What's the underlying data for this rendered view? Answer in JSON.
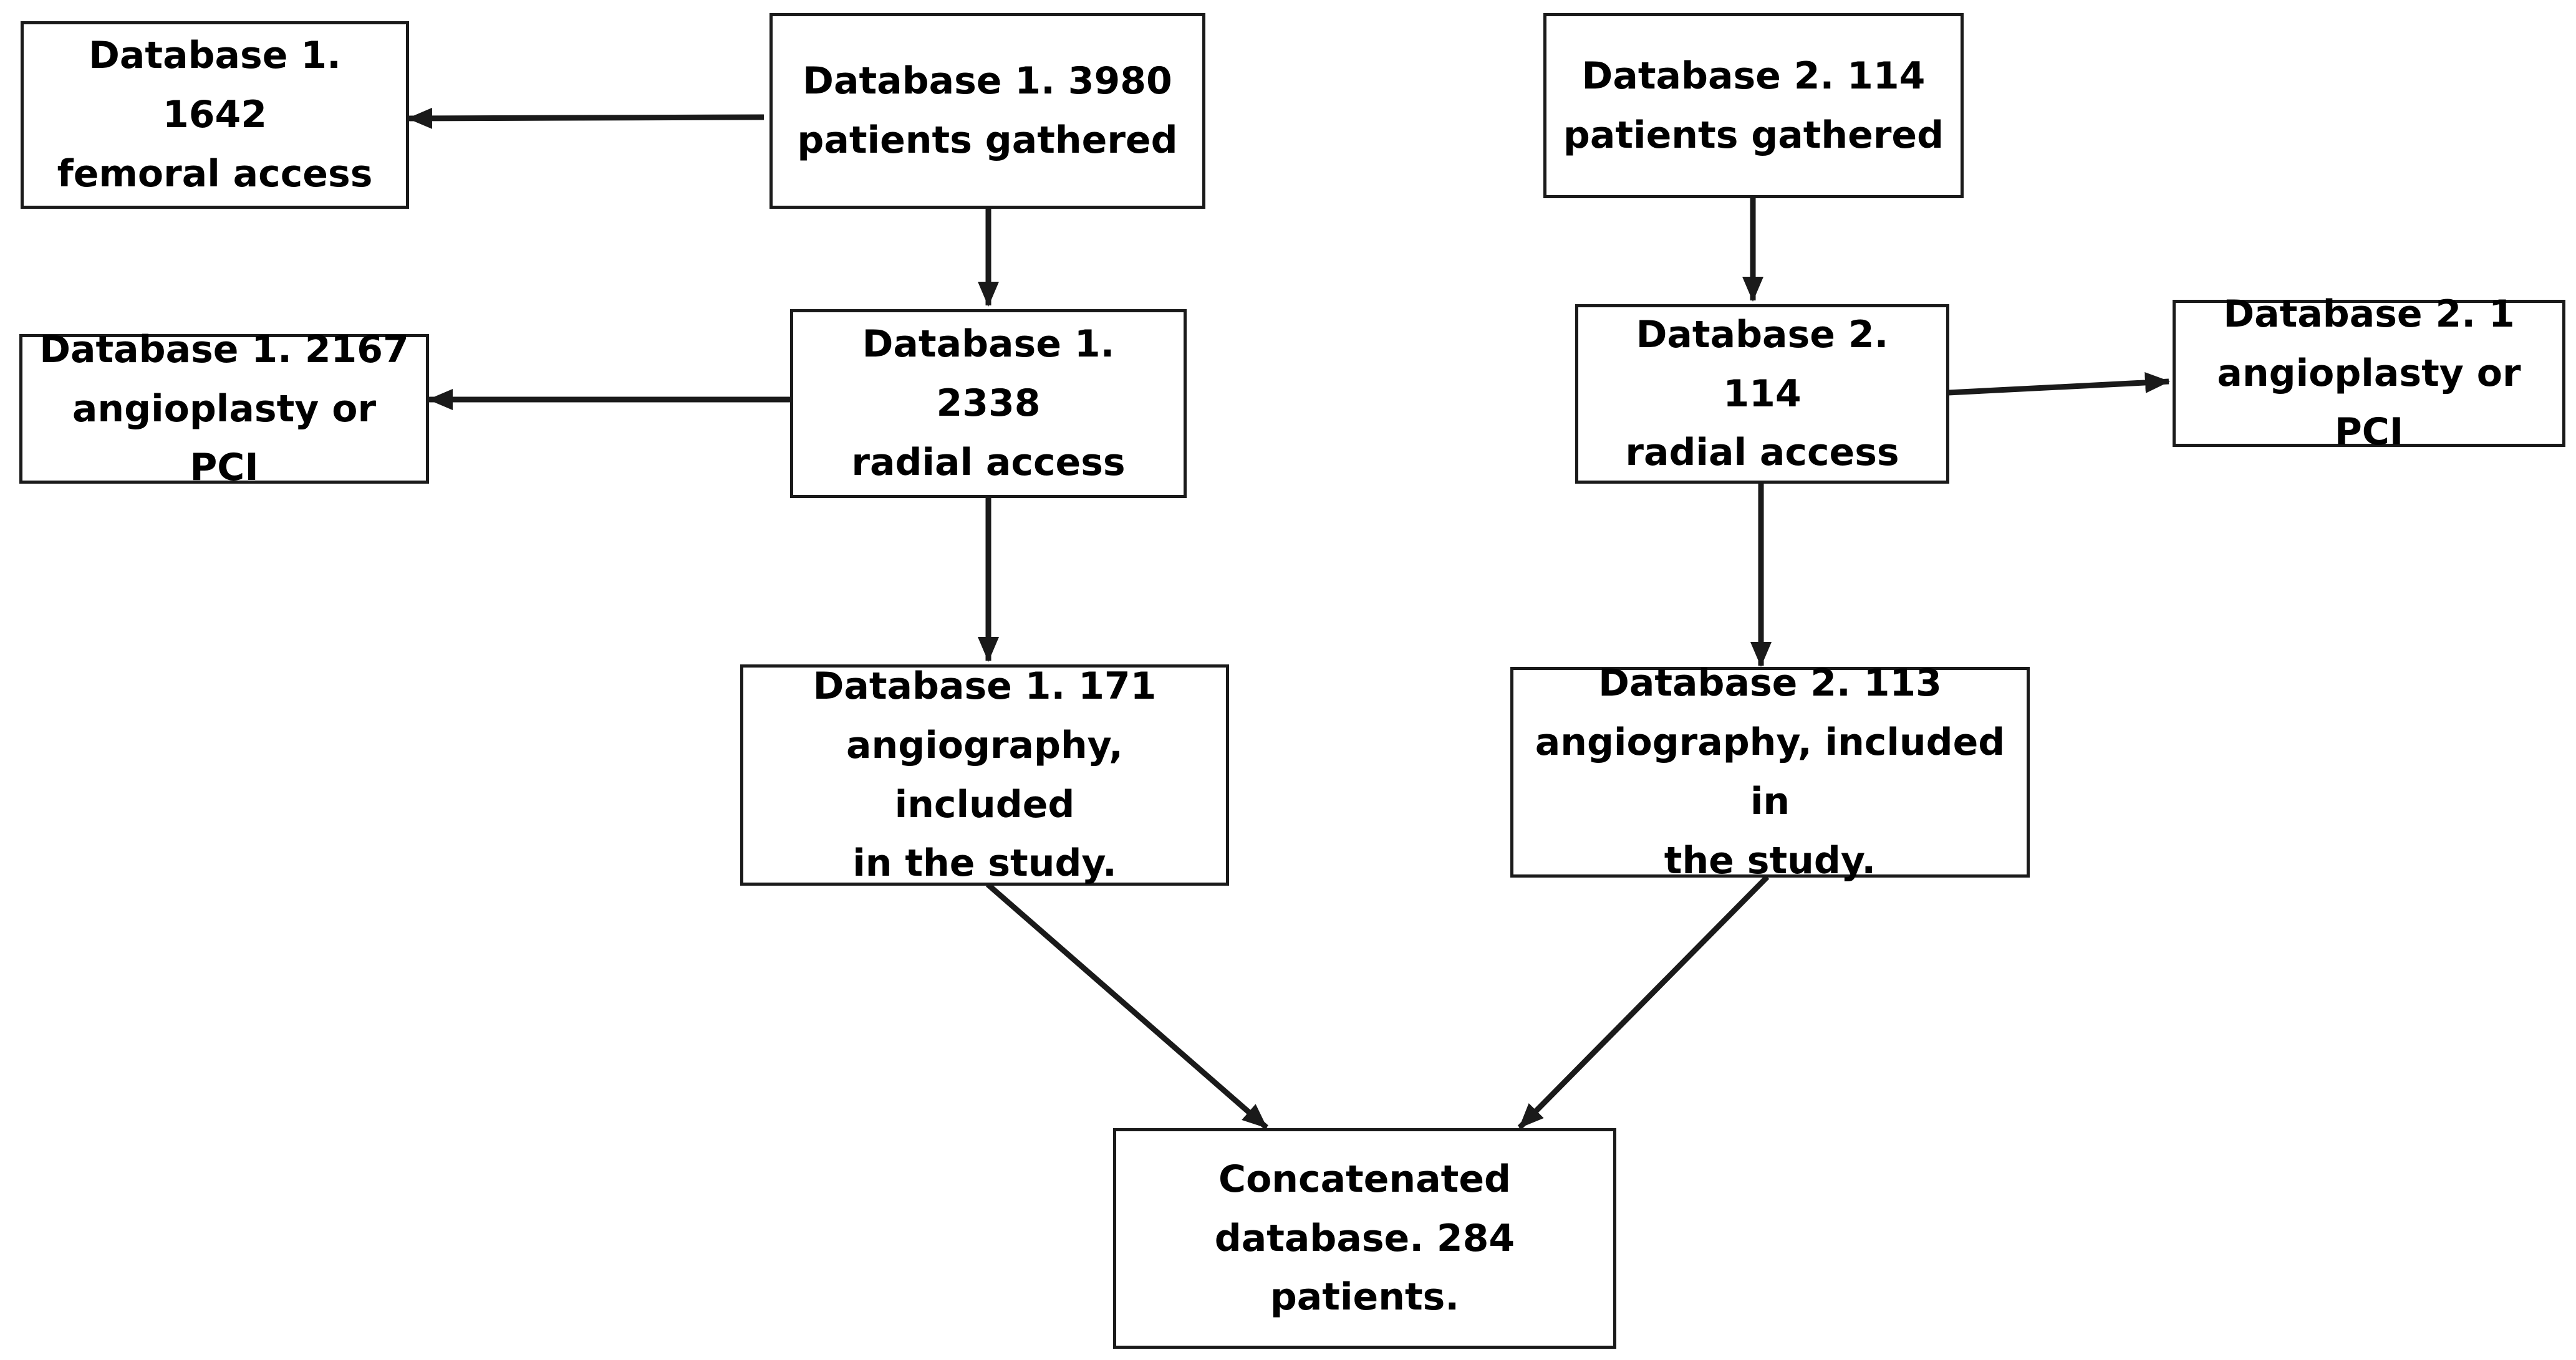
{
  "diagram": {
    "nodes": {
      "db1_femoral": {
        "lines": [
          "Database 1. 1642",
          "femoral access"
        ]
      },
      "db1_gathered": {
        "lines": [
          "Database 1. 3980",
          "patients gathered"
        ]
      },
      "db1_pci": {
        "lines": [
          "Database 1. 2167",
          "angioplasty or PCI"
        ]
      },
      "db1_radial": {
        "lines": [
          "Database 1. 2338",
          "radial access"
        ]
      },
      "db1_included": {
        "lines": [
          "Database 1. 171",
          "angiography, included",
          "in the study."
        ]
      },
      "db2_gathered": {
        "lines": [
          "Database 2. 114",
          "patients gathered"
        ]
      },
      "db2_radial": {
        "lines": [
          "Database 2. 114",
          "radial access"
        ]
      },
      "db2_pci": {
        "lines": [
          "Database 2. 1",
          "angioplasty or PCI"
        ]
      },
      "db2_included": {
        "lines": [
          "Database 2. 113",
          "angiography, included in",
          "the study."
        ]
      },
      "concatenated": {
        "lines": [
          "Concatenated",
          "database. 284 patients."
        ]
      }
    },
    "edges": [
      {
        "from": "db1_gathered",
        "to": "db1_femoral"
      },
      {
        "from": "db1_gathered",
        "to": "db1_radial"
      },
      {
        "from": "db1_radial",
        "to": "db1_pci"
      },
      {
        "from": "db1_radial",
        "to": "db1_included"
      },
      {
        "from": "db2_gathered",
        "to": "db2_radial"
      },
      {
        "from": "db2_radial",
        "to": "db2_pci"
      },
      {
        "from": "db2_radial",
        "to": "db2_included"
      },
      {
        "from": "db1_included",
        "to": "concatenated"
      },
      {
        "from": "db2_included",
        "to": "concatenated"
      }
    ],
    "colors": {
      "stroke": "#1a1a1a",
      "text": "#000000",
      "background": "#ffffff"
    }
  }
}
